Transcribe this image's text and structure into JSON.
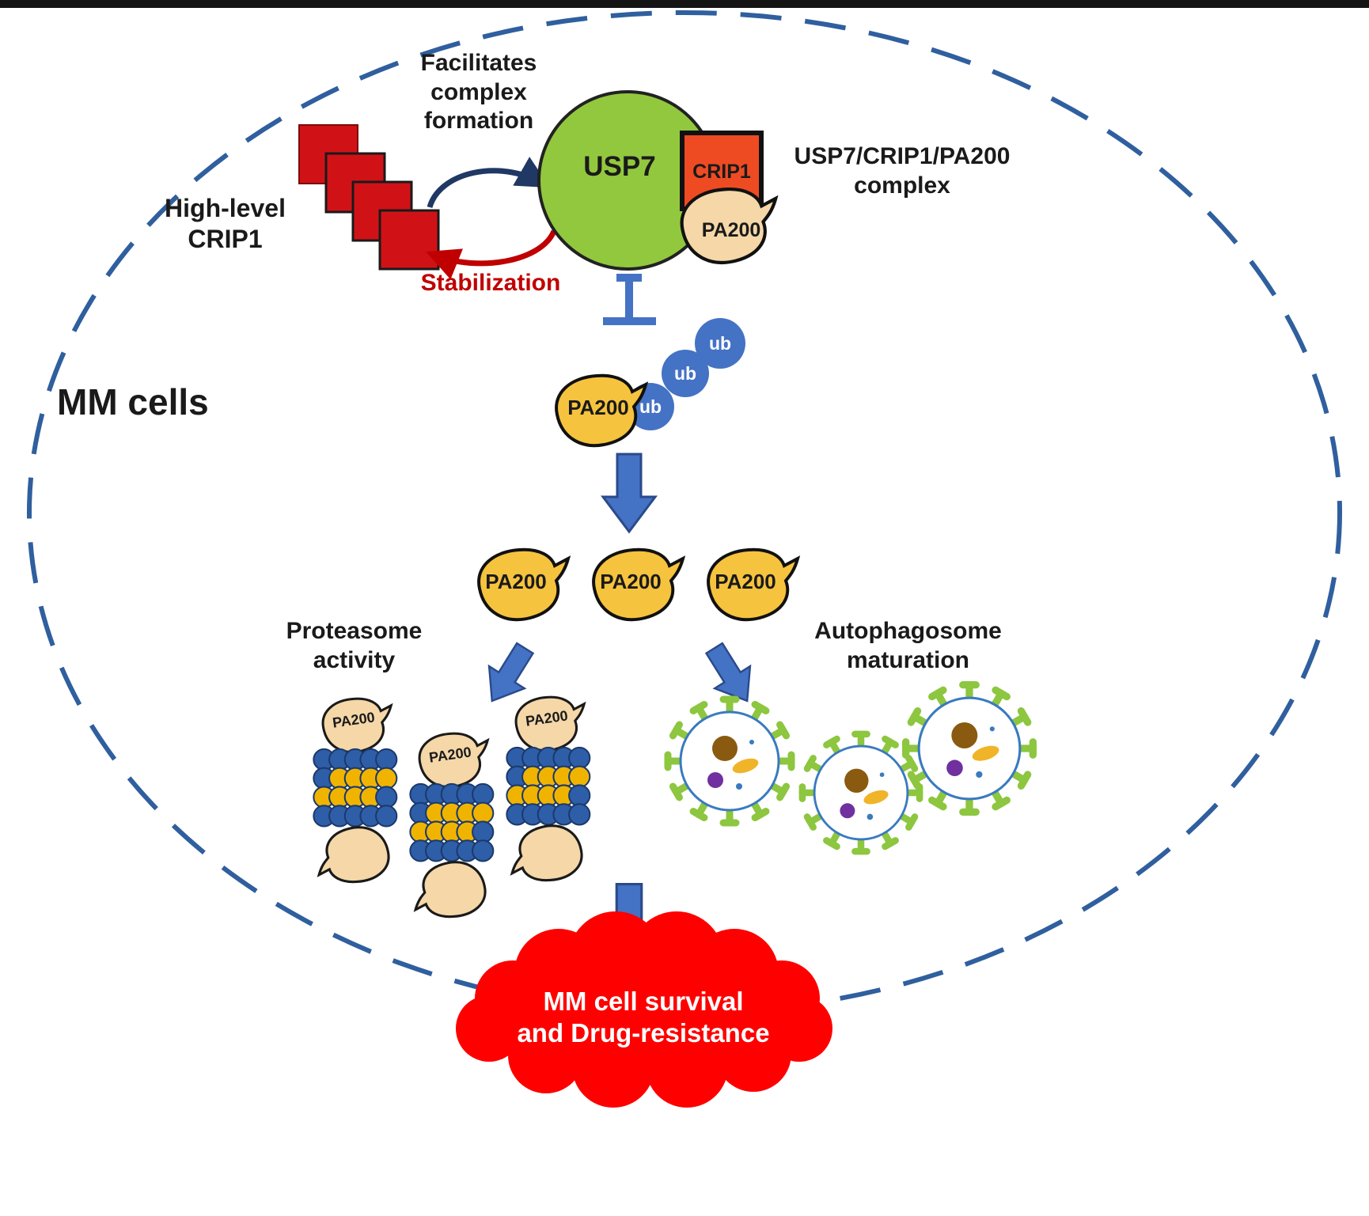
{
  "figure": {
    "cell_label": "MM cells",
    "facilitates_label": {
      "lines": [
        "Facilitates",
        "complex",
        "formation"
      ]
    },
    "high_level_crip1": {
      "lines": [
        "High-level",
        "CRIP1"
      ]
    },
    "stabilization_label": "Stabilization",
    "complex": {
      "usp7": "USP7",
      "crip1": "CRIP1",
      "pa200": "PA200",
      "caption": {
        "lines": [
          "USP7/CRIP1/PA200",
          "complex"
        ]
      }
    },
    "ubiquitin_label": "ub",
    "pa200_label": "PA200",
    "proteasome_caption": {
      "lines": [
        "Proteasome",
        "activity"
      ]
    },
    "autophagosome_caption": {
      "lines": [
        "Autophagosome",
        "maturation"
      ]
    },
    "outcome": {
      "lines": [
        "MM cell survival",
        "and Drug-resistance"
      ]
    }
  },
  "colors": {
    "cell_boundary_blue": "#2f5f9e",
    "crip1_square_red": "#d01217",
    "usp7_green": "#92c83e",
    "crip1_orange": "#ee4b23",
    "pa200_tan": "#f5d7a8",
    "pa200_yellow": "#f6c33e",
    "ubiquitin_blue": "#4472c4",
    "arrow_blue": "#4472c4",
    "facilitates_arrow_navy": "#1f3864",
    "stabilization_red": "#c00000",
    "outcome_cloud_red": "#fe0000",
    "autophagosome_green": "#8dc63f",
    "proteasome_blue": "#2e5ea8",
    "proteasome_gold": "#f0b400"
  }
}
